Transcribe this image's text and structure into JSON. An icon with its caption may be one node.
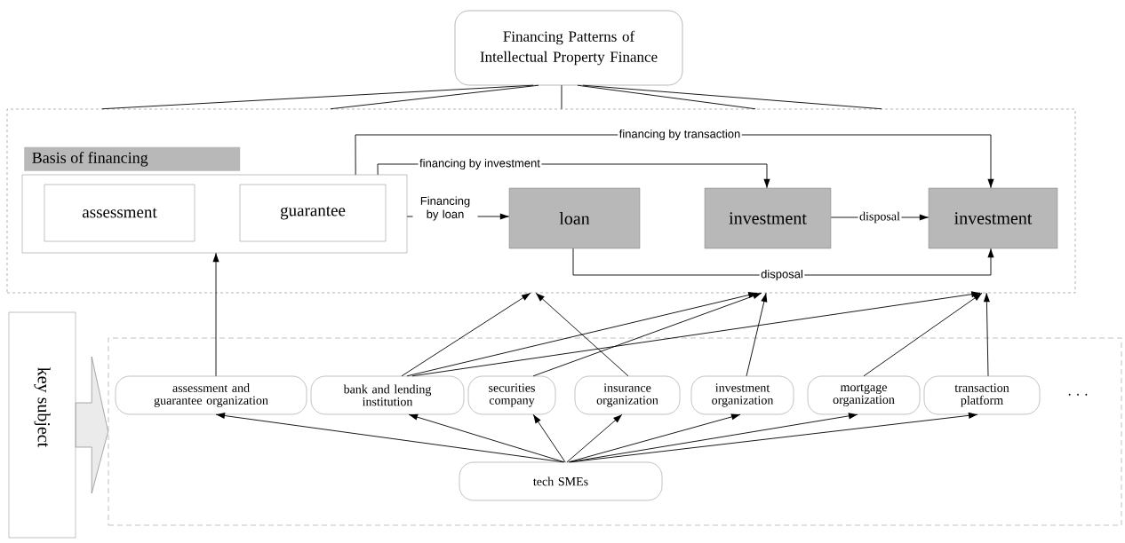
{
  "diagram": {
    "nodes": [
      {
        "text": [
          "Financing Patterns of Intellectual Property Finance"
        ]
      },
      {
        "text": [],
        "shape": "box"
      },
      {
        "text": [
          "Basis of financing"
        ],
        "in": 1
      },
      {
        "text": [
          "assessment"
        ],
        "in": 2
      },
      {
        "text": [
          "guarantee"
        ],
        "in": 2
      },
      {
        "text": [
          "loan"
        ],
        "in": 1
      },
      {
        "text": [
          "investment"
        ],
        "in": 1
      },
      {
        "text": [
          "investment"
        ],
        "in": 1
      },
      {
        "text": [
          "key subject"
        ]
      },
      {
        "text": [],
        "shape": "box"
      },
      {
        "text": [
          "assessment and guarantee organization"
        ],
        "in": 9
      },
      {
        "text": [
          "bank and lending institution"
        ],
        "in": 9
      },
      {
        "text": [
          "securities company"
        ],
        "in": 9
      },
      {
        "text": [
          "insurance organization"
        ],
        "in": 9
      },
      {
        "text": [
          "investment organization"
        ],
        "in": 9
      },
      {
        "text": [
          "mortgage organization"
        ],
        "in": 9
      },
      {
        "text": [
          "transaction platform"
        ],
        "in": 9
      },
      {
        "text": [
          "tech SMEs"
        ],
        "in": 9
      }
    ],
    "edges": [
      {
        "from": 0,
        "to": 1,
        "arrow": "none"
      },
      {
        "from": 0,
        "to": 1,
        "arrow": "none"
      },
      {
        "from": 0,
        "to": 1,
        "arrow": "none"
      },
      {
        "from": 0,
        "to": 1,
        "arrow": "none"
      },
      {
        "from": 0,
        "to": 1,
        "arrow": "none"
      },
      {
        "from": 2,
        "to": 5,
        "arrow": "to",
        "label": "Financing by loan"
      },
      {
        "from": 2,
        "to": 6,
        "arrow": "to",
        "label": "financing by investment"
      },
      {
        "from": 2,
        "to": 7,
        "arrow": "to",
        "label": "financing by transaction"
      },
      {
        "from": 6,
        "to": 7,
        "arrow": "to",
        "label": "disposal"
      },
      {
        "from": 5,
        "to": 7,
        "arrow": "to",
        "label": "disposal"
      },
      {
        "from": 10,
        "to": 2,
        "arrow": "to"
      },
      {
        "from": 11,
        "to": 1,
        "arrow": "to"
      },
      {
        "from": 13,
        "to": 1,
        "arrow": "to"
      },
      {
        "from": 11,
        "to": 1,
        "arrow": "to"
      },
      {
        "from": 12,
        "to": 1,
        "arrow": "to"
      },
      {
        "from": 14,
        "to": 1,
        "arrow": "to"
      },
      {
        "from": 11,
        "to": 1,
        "arrow": "to"
      },
      {
        "from": 15,
        "to": 1,
        "arrow": "to"
      },
      {
        "from": 16,
        "to": 1,
        "arrow": "to"
      },
      {
        "from": 17,
        "to": 10,
        "arrow": "to"
      },
      {
        "from": 17,
        "to": 11,
        "arrow": "to"
      },
      {
        "from": 17,
        "to": 12,
        "arrow": "to"
      },
      {
        "from": 17,
        "to": 13,
        "arrow": "to"
      },
      {
        "from": 17,
        "to": 14,
        "arrow": "to"
      },
      {
        "from": 17,
        "to": 15,
        "arrow": "to"
      },
      {
        "from": 17,
        "to": 16,
        "arrow": "to"
      },
      {
        "from": 8,
        "to": 9,
        "arrow": "to"
      }
    ],
    "labels": [
      "· · ·"
    ]
  }
}
